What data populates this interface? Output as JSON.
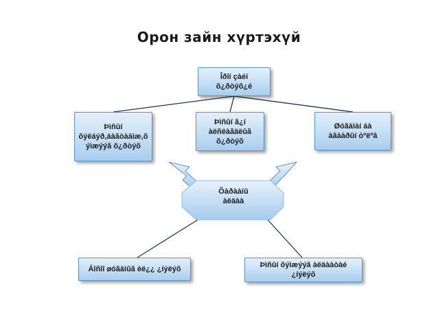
{
  "title": "Орон   зайн   хүртэхүй",
  "nodes": {
    "top": {
      "line1": "Îðîí çàéí",
      "line2": "õ¿ðòýõ¿é"
    },
    "left": {
      "line1": "Þìñûí",
      "line2": "õýëáýð,áàãòààìæ,õ",
      "line3": "ýìæýýã õ¿ðòýõ"
    },
    "middle": {
      "line1": "Þìñûí ã¿í",
      "line2": "àëñëàãäëûã",
      "line3": "õ¿ðòýõ"
    },
    "right": {
      "line1": "Øóãàìàí áà",
      "line2": "àãààðûí òºëºâ"
    },
    "center": {
      "line1": "Õàðààíû",
      "line2": "àëäàà"
    },
    "bottom_left": {
      "line1": "Áîñîî øóãàìûã èë¿¿ ¿íýëýõ"
    },
    "bottom_right": {
      "line1": "Þìñûí õýìæýýã àëäààòàé",
      "line2": "¿íýëýõ"
    }
  },
  "colors": {
    "box_border": "#5e8fc7",
    "box_fill": "#c5def4",
    "line": "#1f3550",
    "arrow": "#7fb0e0"
  }
}
